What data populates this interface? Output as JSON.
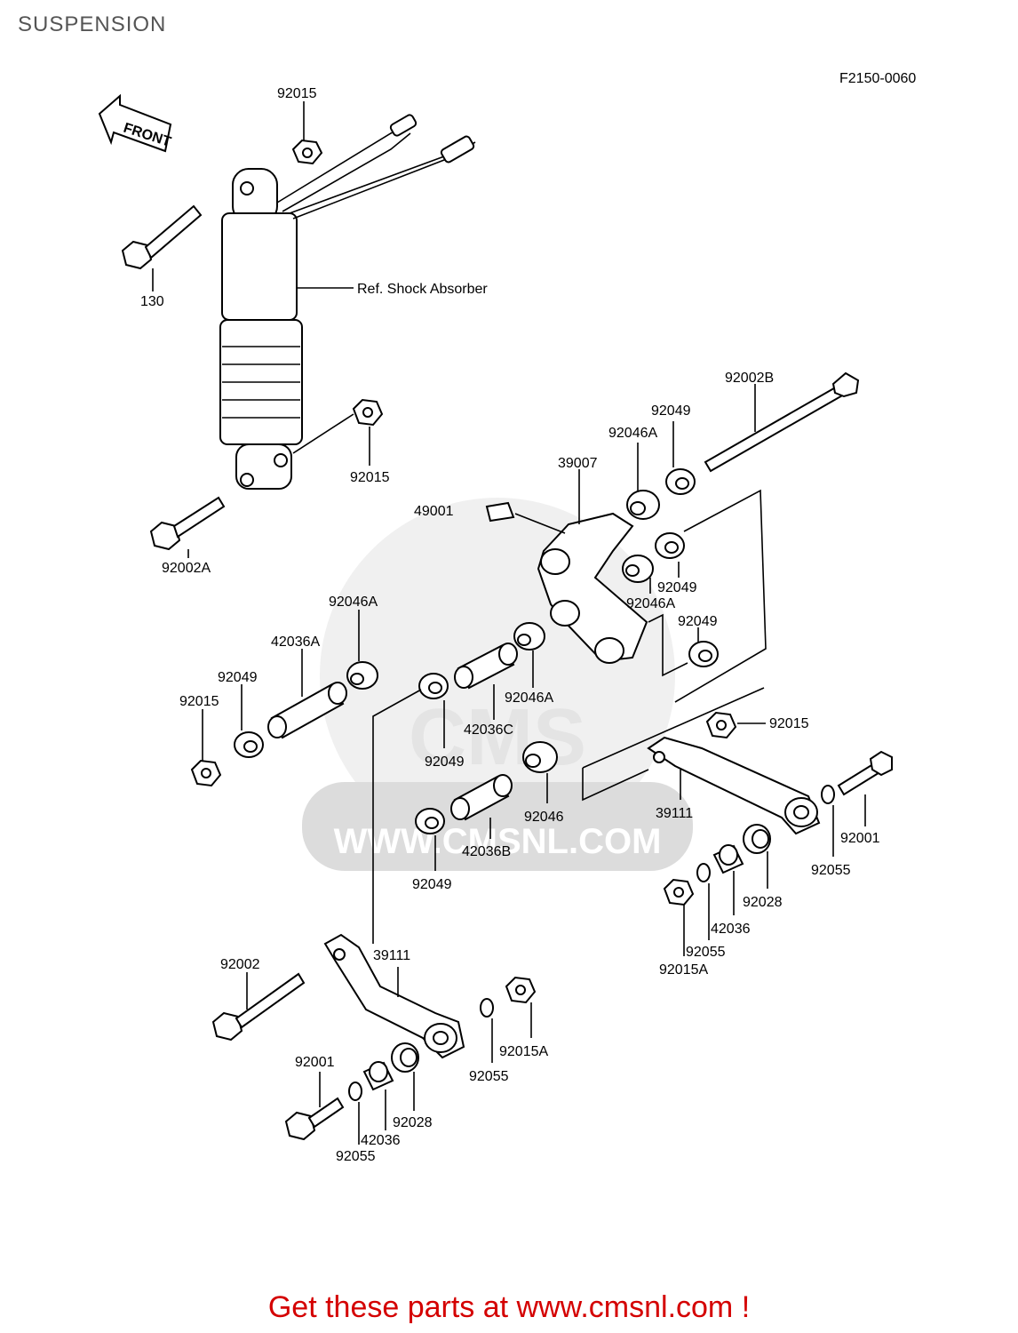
{
  "page_title": "SUSPENSION",
  "diagram_code": "F2150-0060",
  "front_label": "FRONT",
  "ref_label": "Ref. Shock Absorber",
  "watermark": {
    "logo_text": "CMS",
    "url": "WWW.CMSNL.COM"
  },
  "parts": {
    "p92015_top": "92015",
    "p130": "130",
    "p92015_mid": "92015",
    "p92002A": "92002A",
    "p92002B": "92002B",
    "p92049_a": "92049",
    "p92046A_a": "92046A",
    "p39007": "39007",
    "p49001": "49001",
    "p92049_b": "92049",
    "p92046A_b": "92046A",
    "p92049_c": "92049",
    "p92046A_c": "92046A",
    "p42036A": "42036A",
    "p92049_d": "92049",
    "p92015_e": "92015",
    "p92046A_d": "92046A",
    "p42036C": "42036C",
    "p92049_e": "92049",
    "p92015_f": "92015",
    "p92046": "92046",
    "p39111_a": "39111",
    "p92001_a": "92001",
    "p92055_a": "92055",
    "p42036B": "42036B",
    "p92049_f": "92049",
    "p92028_a": "92028",
    "p42036_a": "42036",
    "p92055_b": "92055",
    "p92015A_a": "92015A",
    "p92002": "92002",
    "p39111_b": "39111",
    "p92015A_b": "92015A",
    "p92055_c": "92055",
    "p92001_b": "92001",
    "p92028_b": "92028",
    "p42036_b": "42036",
    "p92055_d": "92055"
  },
  "promo_text": "Get these parts at www.cmsnl.com !"
}
